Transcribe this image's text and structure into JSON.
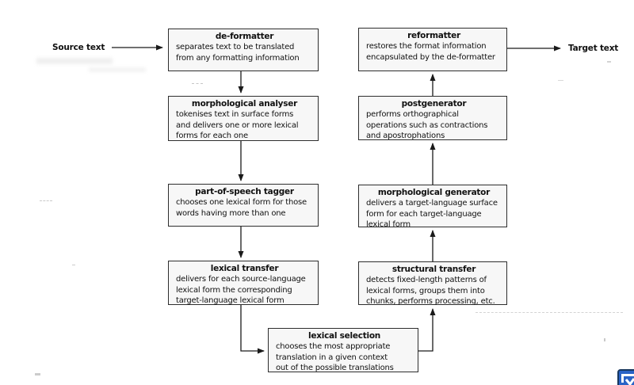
{
  "diagram": {
    "source_label": "Source text",
    "target_label": "Target text",
    "boxes": [
      {
        "id": "de-formatter",
        "title": "de-formatter",
        "description": "separates text to be translated\nfrom any formatting information"
      },
      {
        "id": "morphological-analyser",
        "title": "morphological analyser",
        "description": "tokenises text in surface forms\nand delivers one or more lexical\nforms for each one"
      },
      {
        "id": "part-of-speech-tagger",
        "title": "part-of-speech tagger",
        "description": "chooses one lexical form for those\nwords having more than one"
      },
      {
        "id": "lexical-transfer",
        "title": "lexical transfer",
        "description": "delivers for each source-language\nlexical form the corresponding\ntarget-language lexical form"
      },
      {
        "id": "lexical-selection",
        "title": "lexical selection",
        "description": "chooses the most appropriate\ntranslation in a given context\nout of the possible translations"
      },
      {
        "id": "structural-transfer",
        "title": "structural transfer",
        "description": "detects fixed-length patterns of\nlexical forms, groups them into\nchunks, performs processing, etc."
      },
      {
        "id": "morphological-generator",
        "title": "morphological generator",
        "description": "delivers a target-language surface\nform for each target-language\nlexical form"
      },
      {
        "id": "postgenerator",
        "title": "postgenerator",
        "description": "performs orthographical\noperations such as contractions\nand apostrophations"
      },
      {
        "id": "reformatter",
        "title": "reformatter",
        "description": "restores the format information\nencapsulated by the de-formatter"
      }
    ],
    "colors": {
      "box_fill": "#f7f7f7",
      "box_border": "#2e2e2e",
      "arrow": "#1a1a1a",
      "logo_blue": "#2a63c6",
      "logo_navy": "#17375e"
    }
  }
}
